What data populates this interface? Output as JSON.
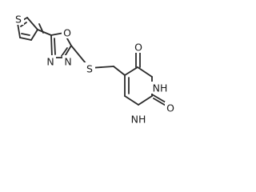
{
  "molecule": {
    "atoms": {
      "s_thiophene": "S",
      "o_oxadiazole": "O",
      "n_oxadiazole_left": "N",
      "n_oxadiazole_right": "N",
      "s_linker": "S",
      "o_pyrimidine_top": "O",
      "nh_pyrimidine_right": "NH",
      "o_pyrimidine_right": "O",
      "nh_pyrimidine_bottom": "NH"
    }
  },
  "colors": {
    "bond": "#2a2a2a",
    "label": "#1a1a1a",
    "background": "#ffffff"
  }
}
